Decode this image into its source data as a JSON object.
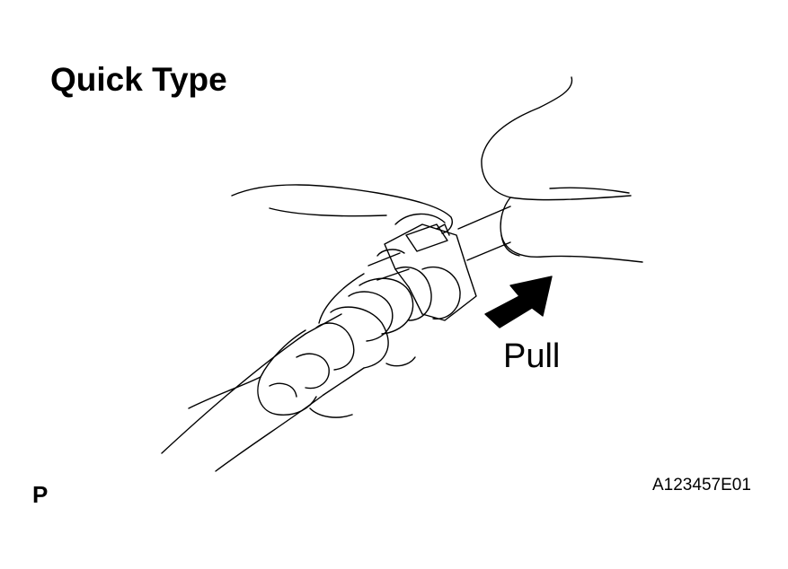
{
  "title": "Quick Type",
  "action_label": "Pull",
  "corner_marker": "P",
  "figure_code": "A123457E01",
  "colors": {
    "ink": "#000000",
    "paper": "#ffffff"
  },
  "icons": {
    "arrow": "pull-direction-arrow-icon"
  }
}
